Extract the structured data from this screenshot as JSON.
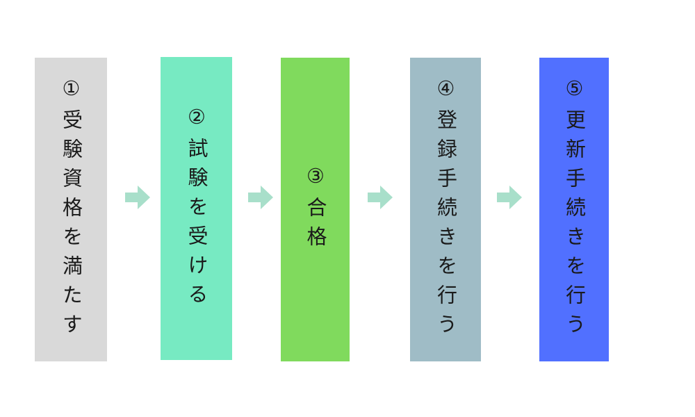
{
  "steps": [
    {
      "label": "①受験資格を満たす",
      "color": "#d9d9d9"
    },
    {
      "label": "②試験を受ける",
      "color": "#77eac2"
    },
    {
      "label": "③合格",
      "color": "#80da5d"
    },
    {
      "label": "④登録手続きを行う",
      "color": "#9fbcc6"
    },
    {
      "label": "⑤更新手続きを行う",
      "color": "#5170ff"
    }
  ],
  "arrow_color": "#a8dfca"
}
